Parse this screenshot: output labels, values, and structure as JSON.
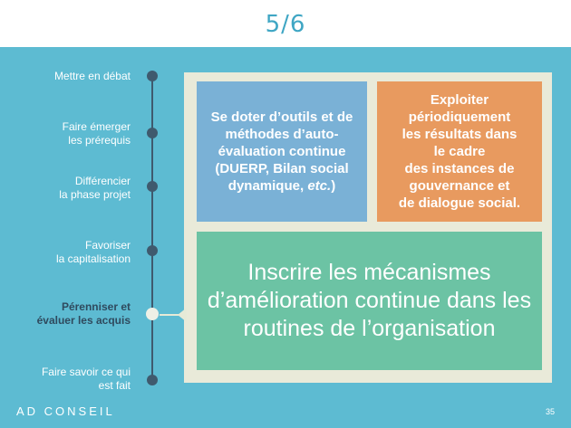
{
  "header": {
    "page_indicator": "5/6"
  },
  "timeline": {
    "steps": [
      {
        "label": "Mettre en débat",
        "active": false
      },
      {
        "label": "Faire émerger\nles prérequis",
        "active": false
      },
      {
        "label": "Différencier\nla phase projet",
        "active": false
      },
      {
        "label": "Favoriser\nla capitalisation",
        "active": false
      },
      {
        "label": "Pérenniser et\névaluer les acquis",
        "active": true
      },
      {
        "label": "Faire savoir ce qui\nest fait",
        "active": false
      }
    ]
  },
  "boxes": {
    "blue": {
      "text_main": "Se doter d’outils et de méthodes d’auto-évaluation continue (DUERP, Bilan social dynamique, ",
      "text_italic": "etc.",
      "text_end": ")"
    },
    "orange": {
      "text": "Exploiter\npériodiquement\nles résultats dans\nle cadre\ndes instances de\ngouvernance et\nde dialogue social."
    },
    "green": {
      "text": "Inscrire les mécanismes d’amélioration continue dans les routines de l’organisation"
    }
  },
  "footer": {
    "logo": "AD CONSEIL",
    "slide_number": "35"
  },
  "colors": {
    "background": "#5dbbd2",
    "blue_box": "#7ab1d6",
    "orange_box": "#e89a5f",
    "green_box": "#6cc3a4",
    "frame": "#e9ead9",
    "timeline": "#3f5a6e"
  }
}
